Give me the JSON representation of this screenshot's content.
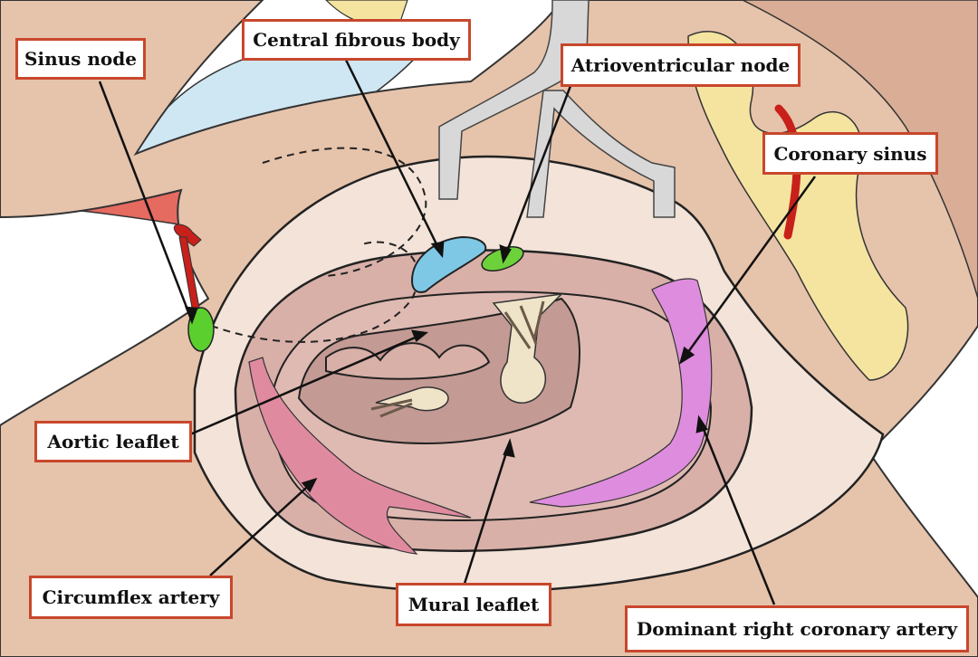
{
  "diagram": {
    "labels": {
      "sinus_node": "Sinus node",
      "central_fibrous_body": "Central fibrous body",
      "atrioventricular_node": "Atrioventricular node",
      "coronary_sinus": "Coronary sinus",
      "aortic_leaflet": "Aortic leaflet",
      "circumflex_artery": "Circumflex artery",
      "mural_leaflet": "Mural leaflet",
      "dominant_right_coronary_artery": "Dominant right coronary artery"
    },
    "colors": {
      "label_border": "#c8472c",
      "tissue": "#e6c3ab",
      "opening_rim": "#f3e3d8",
      "valve_field": "#d8b0a8",
      "mural_inner": "#c49a94",
      "fibrous_body": "#7ec8e6",
      "av_node": "#6dd23a",
      "sinus_node": "#5bcf2e",
      "circumflex": "#e08aa0",
      "coronary_sinus": "#de8cde",
      "artery_red": "#c8201a",
      "vein_yellow": "#f4e4a0",
      "cannula_grey": "#d8d8d8"
    }
  }
}
